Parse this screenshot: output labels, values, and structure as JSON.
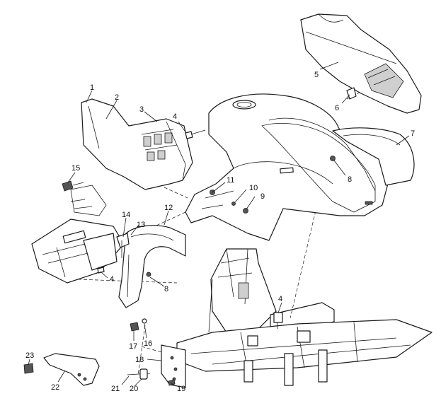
{
  "diagram": {
    "callouts": [
      {
        "id": "c1",
        "label": "1"
      },
      {
        "id": "c2",
        "label": "2"
      },
      {
        "id": "c3",
        "label": "3"
      },
      {
        "id": "c4a",
        "label": "4"
      },
      {
        "id": "c5",
        "label": "5"
      },
      {
        "id": "c6",
        "label": "6"
      },
      {
        "id": "c7",
        "label": "7"
      },
      {
        "id": "c8a",
        "label": "8"
      },
      {
        "id": "c9",
        "label": "9"
      },
      {
        "id": "c10",
        "label": "10"
      },
      {
        "id": "c11",
        "label": "11"
      },
      {
        "id": "c12",
        "label": "12"
      },
      {
        "id": "c13",
        "label": "13"
      },
      {
        "id": "c14",
        "label": "14"
      },
      {
        "id": "c15",
        "label": "15"
      },
      {
        "id": "c4b",
        "label": "4"
      },
      {
        "id": "c8b",
        "label": "8"
      },
      {
        "id": "c4c",
        "label": "4"
      },
      {
        "id": "c16",
        "label": "16"
      },
      {
        "id": "c17",
        "label": "17"
      },
      {
        "id": "c18",
        "label": "18"
      },
      {
        "id": "c19",
        "label": "19"
      },
      {
        "id": "c20",
        "label": "20"
      },
      {
        "id": "c21",
        "label": "21"
      },
      {
        "id": "c22",
        "label": "22"
      },
      {
        "id": "c23",
        "label": "23"
      }
    ]
  }
}
